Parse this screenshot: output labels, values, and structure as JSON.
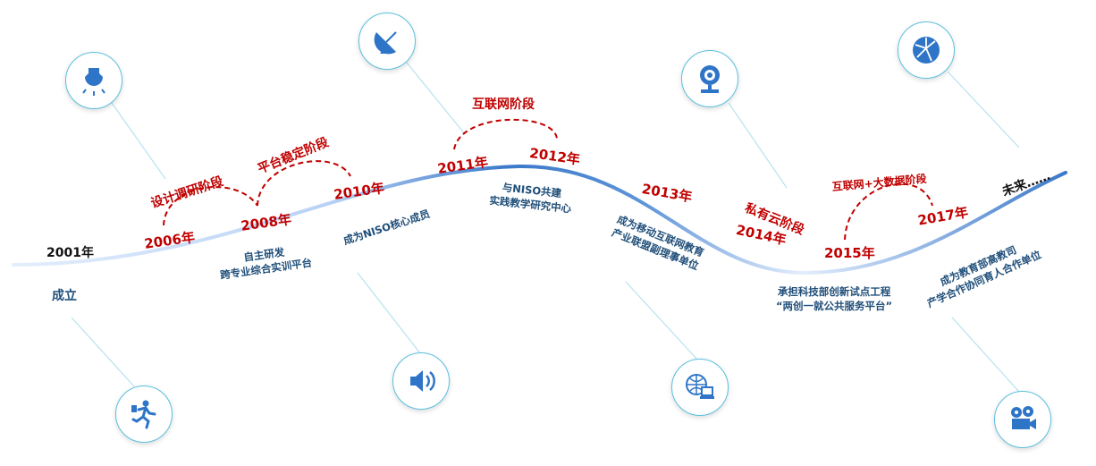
{
  "title": "发展历程",
  "years": [
    "2001年",
    "2006年",
    "2008年",
    "2010年",
    "2011年",
    "2012年",
    "2013年",
    "2014年",
    "2015年",
    "2017年"
  ],
  "stages": [
    "设计调研阶段",
    "平台稳定阶段",
    "互联网阶段",
    "私有云阶段",
    "互联网+大数据阶段"
  ],
  "future": "未来……",
  "milestones": {
    "m2001": "成立",
    "m2008": [
      "自主研发",
      "跨专业综合实训平台"
    ],
    "m2010": "成为NISO核心成员",
    "m2012": [
      "与NISO共建",
      "实践教学研究中心"
    ],
    "m2013": [
      "成为移动互联网教育",
      "产业联盟副理事单位"
    ],
    "m2015": [
      "承担科技部创新试点工程",
      "“两创一就公共服务平台”"
    ],
    "m2017": [
      "成为教育部高教司",
      "产学合作协同育人合作单位"
    ]
  },
  "colors": {
    "year": "#c00000",
    "desc": "#1f4e79",
    "line": "#3a78c9",
    "icon": "#2e75c8"
  },
  "icons": [
    "lightbulb-icon",
    "satellite-dish-icon",
    "speaker-icon",
    "webcam-icon",
    "globe-laptop-icon",
    "globe-icon",
    "running-person-icon",
    "film-projector-icon"
  ]
}
